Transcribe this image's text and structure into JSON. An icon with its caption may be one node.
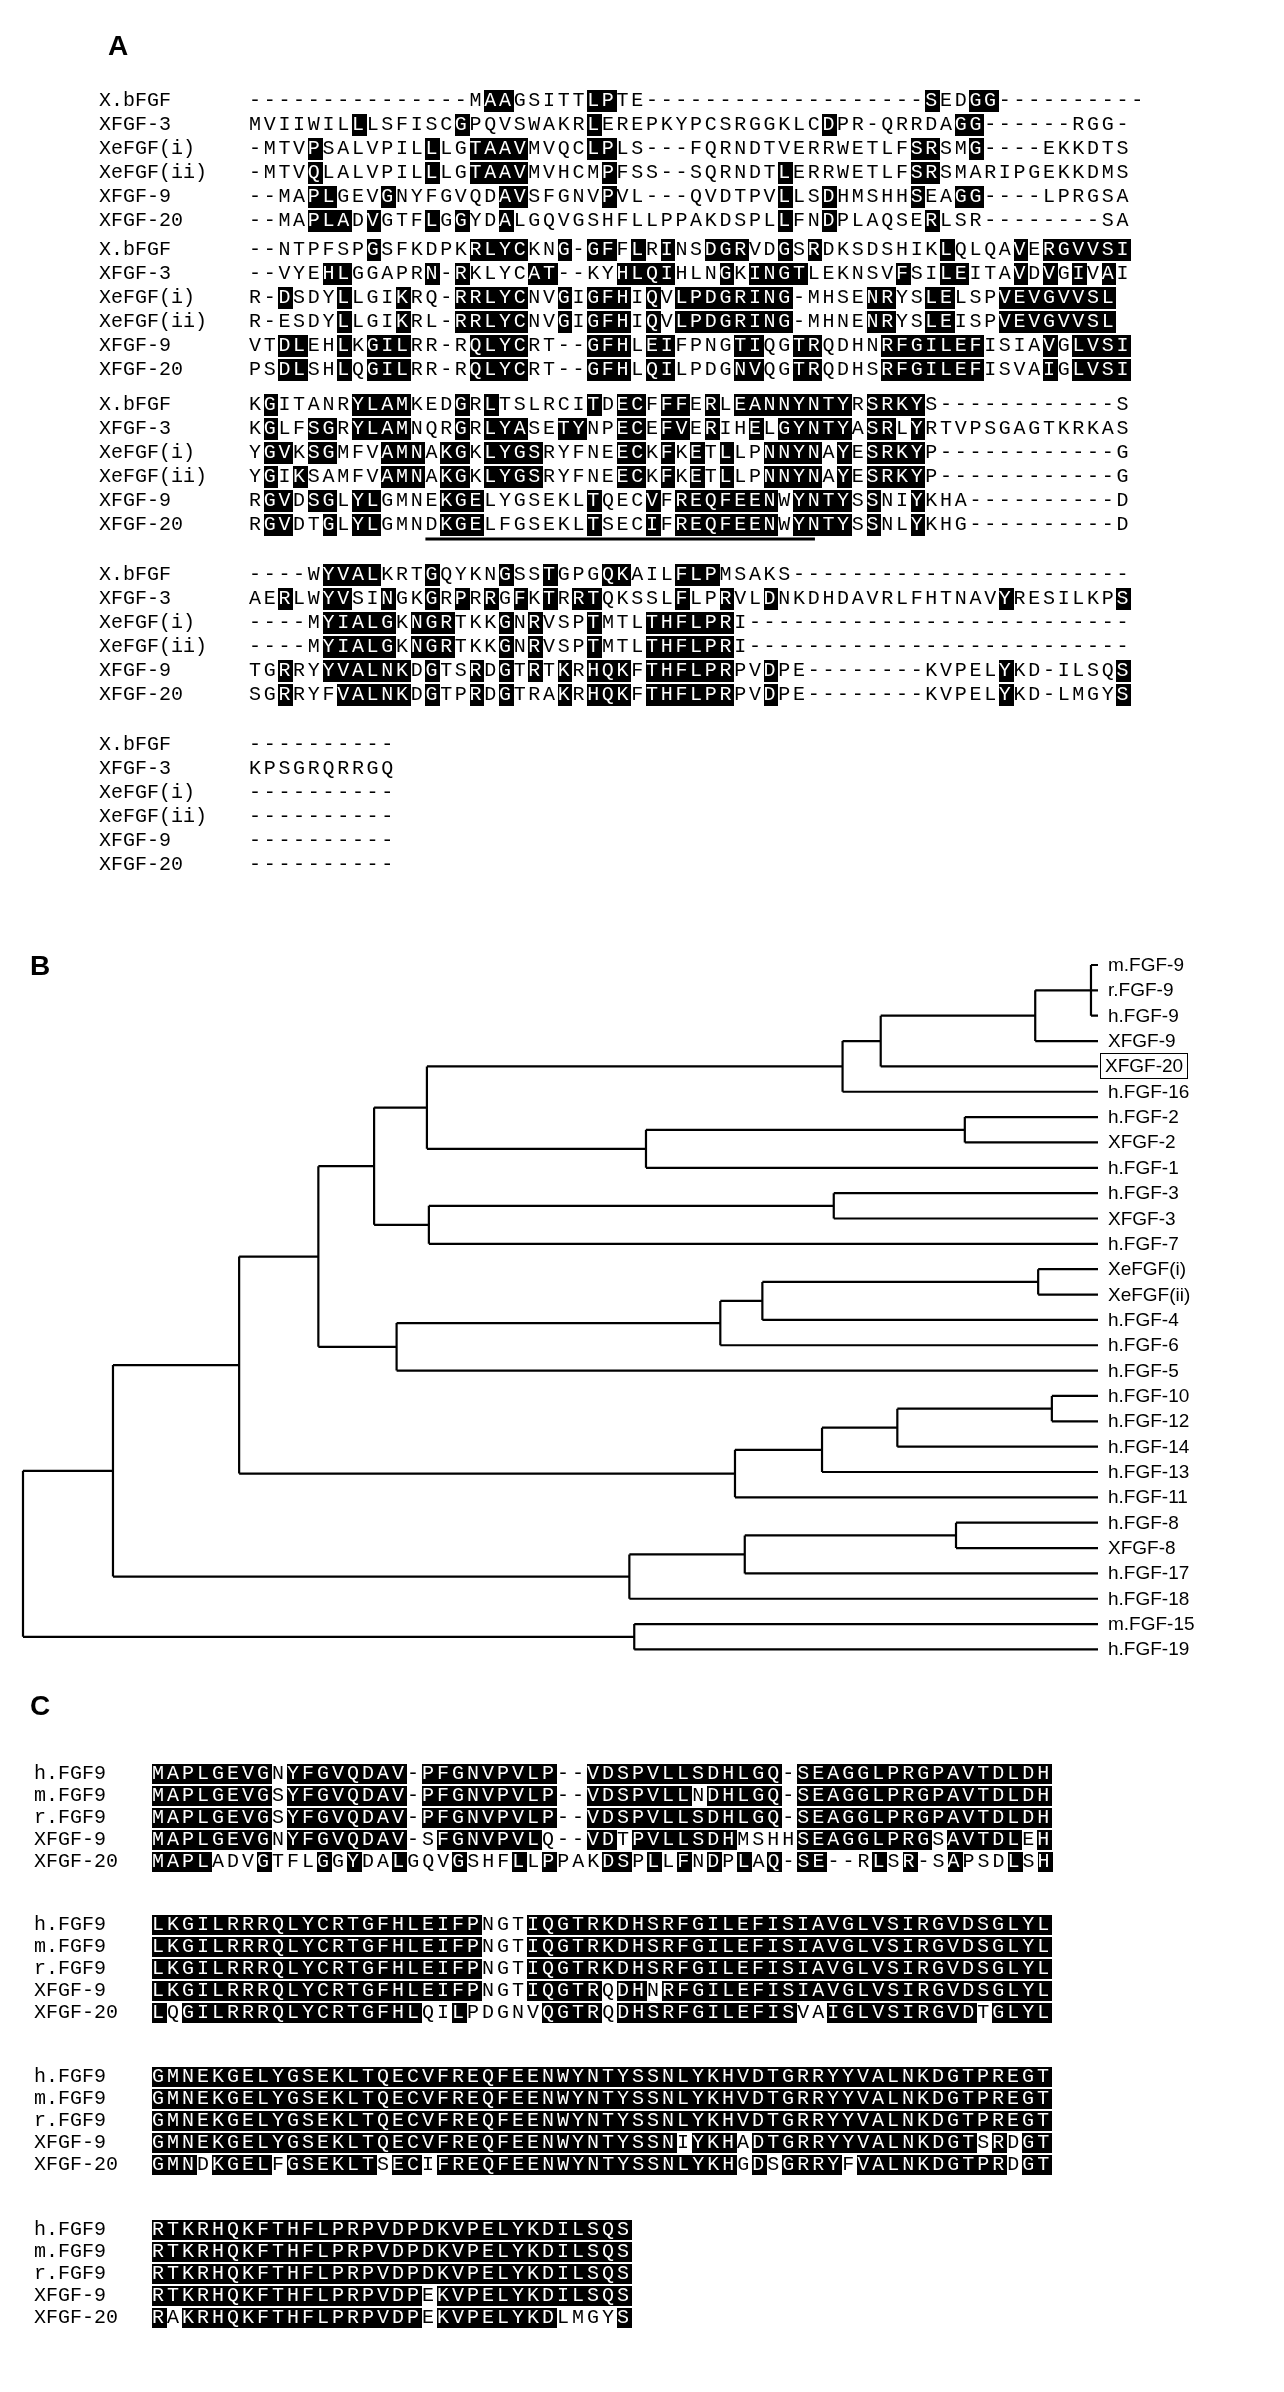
{
  "diagram": {
    "nodes": [
      {
        "text": [
          "XFGF-20"
        ]
      }
    ],
    "labels": [
      "A",
      "X.bFGF",
      "---------------M**AA**GSITT**LP**TE-------------------**S**ED**GG**----------",
      "XFGF-3",
      "MVIIWIL**L**LSFISC**G**PQVSWAKR**L**EREPKYPCSRGGKLC**D**PR-QRRDA**GG**------RGG-",
      "XeFGF(i)",
      "-MTV**P**SALVPIL**L**LG**TAAV**MVQC**LP**LS---FQRNDTVERRWETLF**SR**SM**G**----EKKDTS",
      "XeFGF(ii)",
      "-MTV**Q**LALVPIL**L**LG**TAAV**MVHCM**P**FSS--SQRNDT**L**ERRWETLF**SR**SMARIPGEKKDMS",
      "XFGF-9",
      "--MA**PL**GEV**G**NYFGVQD**AV**SFGNV**P**VL---QVDTPV**L**LS**D**HMSHH**S**EA**GG**----LPRGSA",
      "XFGF-20",
      "--MA**PLA**D**V**GTF**L**G**G**YD**A**LGQVGSHFLLPPAKDSPL**L**FN**D**PLAQSE**R**LSR--------SA",
      "X.bFGF",
      "--NTPFSP**G**SFKDPK**RLYC**KN**G**-**GF**F**L**R**I**NS**DGR**VD**G**S**R**DKSDSHIK**L**QLQA**V**E**R****GVVSI**",
      "XFGF-3",
      "--VYE**HL**GGAPR**N**-**R**KLYC**AT**--KY**HLQI**HLN**G**K**INGT**LEKNSV**F**SI**LE**ITA**V**D**V**G**I**V**A**I",
      "XeFGF(i)",
      "R-**D**SDY**L**LGI**K**RQ-**RRLYC**NV**G**I**GFH**I**Q**V**LPDGRING**-MHSE**NR**YS**LE**LSP**VEVGVVSL**",
      "XeFGF(ii)",
      "R-ESDY**L**LGI**K**RL-**RRLYC**NV**G**I**GFH**I**Q**V**LPDGRING**-MHNE**NR**YS**LE**ISP**VEVGVVSL**",
      "XFGF-9",
      "VT**DL**EH**L**K**GIL**RR-R**QLYC**RT--**GFH**L**EI**FPNG**TI**QG**TR**QDHN**RFGILEF**ISIA**V**G**LVSI**",
      "XFGF-20",
      "PS**DL**SH**L**Q**GIL**RR-R**QLYC**RT--**GFH**L**QI**LPDG**NV**QG**TR**QDHS**RFGILEF**ISVA**I**G**LVSI**",
      "X.bFGF",
      "K**G**ITANR**YLAM**KED**G**R**L**TSLRCI**T**D**EC**F**FF**E**R**L**EANNYNTY**R**SRKY**S------------S",
      "XFGF-3",
      "K**G**LF**SG**R**YLAM**NQR**G**R**LYA**SE**TY**NP**EC**E**FV**E**R**IH**E**L**GYNTY**A**SR**L**Y**RTVPSGAGTKRKAS",
      "XeFGF(i)",
      "Y**GV**K**SG**MFV**AMN**A**KG**K**LYGS**RYFNE**EC**K**F**K**E**T**L**LP**NNYN**A**Y**E**SRKY**P------------G",
      "XeFGF(ii)",
      "Y**G**I**K**SAMFV**AMN**A**KG**K**LYGS**RYFNE**EC**K**F**K**E**T**L**LP**NNYN**A**Y**E**SRKY**P------------G",
      "XFGF-9",
      "R**GV**D**SG**L**YL**GMNE**KGE**LYGSEKL**T**QEC**V**F**REQFEEN**W**YNTY**S**S**NI**Y**KHA----------D",
      "XFGF-20",
      "R**GV**DT**G**L**YL**GMND**KGE**LFGSEKL**T**SEC**I**F**REQFEEN**W**YNTY**S**S**NL**Y**KHG----------D",
      "X.bFGF",
      "----W**YVAL**KRT**G**QYKN**G**SS**T**GPG**QK**AIL**FLP**MSAKS-----------------------",
      "XFGF-3",
      "AE**R**LW**YV**SI**N**GK**G**R**P**R**R**G**F**K**T**R**RT**QKSSL**F**LP**R**VL**D**NKDHDAVRLFHTNAV**Y**RESILKP**S**",
      "XeFGF(i)",
      "----M**YIALG**K**NGR**TKK**G**N**R**VSP**T**MTL**THFLPR**I--------------------------",
      "XeFGF(ii)",
      "----M**YIALG**K**NGR**TKK**G**N**R**VSP**T**MTL**THFLPR**I--------------------------",
      "XFGF-9",
      "TG**R**RY**YVALNK**D**G**TS**R**D**G**T**R**T**K**R**HQK**F**THFLPR**PV**D**PE--------KVPEL**Y**KD-ILSQ**S**",
      "XFGF-20",
      "SG**R**RYF**VALNK**D**G**TP**R**D**G**TRA**K**R**HQK**F**THFLPR**PV**D**PE--------KVPEL**Y**KD-LMGY**S**",
      "X.bFGF",
      "----------",
      "XFGF-3",
      "KPSGRQRRGQ",
      "XeFGF(i)",
      "----------",
      "XeFGF(ii)",
      "----------",
      "XFGF-9",
      "----------",
      "XFGF-20",
      "----------",
      "B",
      "m.FGF-9",
      "r.FGF-9",
      "h.FGF-9",
      "XFGF-9",
      "h.FGF-16",
      "h.FGF-2",
      "XFGF-2",
      "h.FGF-1",
      "h.FGF-3",
      "XFGF-3",
      "h.FGF-7",
      "XeFGF(i)",
      "XeFGF(ii)",
      "h.FGF-4",
      "h.FGF-6",
      "h.FGF-5",
      "h.FGF-10",
      "h.FGF-12",
      "h.FGF-14",
      "h.FGF-13",
      "h.FGF-11",
      "h.FGF-8",
      "XFGF-8",
      "h.FGF-17",
      "h.FGF-18",
      "m.FGF-15",
      "h.FGF-19",
      "C",
      "h.FGF9",
      "**MAPLGEVG**N**YFGVQDAV**-**PFGNVPVLP**--**VDSPVLLSDHLGQ**-**SEAGGLPRGPAVTDLDH**",
      "m.FGF9",
      "**MAPLGEVG**S**YFGVQDAV**-**PFGNVPVLP**--**VDSPVLL**N**DHLGQ**-**SEAGGLPRGPAVTDLDH**",
      "r.FGF9",
      "**MAPLGEVG**S**YFGVQDAV**-**PFGNVPVLP**--**VDSPVLLSDHLGQ**-**SEAGGLPRGPAVTDLDH**",
      "XFGF-9",
      "**MAPLGEVG**N**YFGVQDAV**-S**FGNVPVL**Q--**VD**T**PVLLSDH**MSHH**SEAGGLPRG**S**AVTDL**E**H**",
      "XFGF-20",
      "**MAPL**ADV**G**TFL**G**G**Y**DA**L**GQV**G**SHF**L**L**P**PAK**DS**P**L**L**F**N**D**P**L**A**Q**-**SE**--R**L**S**R**-S**A**PSD**L**S**H**",
      "h.FGF9",
      "**LKGILRRRQLYCRTGFHLEIFP**NGT**IQGTRKDHSRFGILEFISIAVGLVSIRGVDSGLYL**",
      "m.FGF9",
      "**LKGILRRRQLYCRTGFHLEIFP**NGT**IQGTRKDHSRFGILEFISIAVGLVSIRGVDSGLYL**",
      "r.FGF9",
      "**LKGILRRRQLYCRTGFHLEIFP**NGT**IQGTRKDHSRFGILEFISIAVGLVSIRGVDSGLYL**",
      "XFGF-9",
      "**LKGILRRRQLYCRTGFHLEIFP**NGT**IQGTR**Q**DH**N**RFGILEFISIAVGLVSIRGVDSGLYL**",
      "XFGF-20",
      "**L**Q**GILRRRQLYCRTGFHL**QI**L**PDGNV**QGTR**Q**DHSRFGILEFIS**VA**IGLVSIRGVD**T**GLYL**",
      "h.FGF9",
      "**GMNEKGELYGSEKLTQECVFREQFEENWYNTYSSNLYKHVDTGRRYYVALNKDGTPREGT**",
      "m.FGF9",
      "**GMNEKGELYGSEKLTQECVFREQFEENWYNTYSSNLYKHVDTGRRYYVALNKDGTPREGT**",
      "r.FGF9",
      "**GMNEKGELYGSEKLTQECVFREQFEENWYNTYSSNLYKHVDTGRRYYVALNKDGTPREGT**",
      "XFGF-9",
      "**GMNEKGELYGSEKLTQECVFREQFEENWYNTYSSN**I**YKH**A**DTGRRYYVALNKDGT**S**R**D**GT**",
      "XFGF-20",
      "**GMN**D**KGEL**F**GSEKLT**S**EC**I**FREQFEENWYNTYSSNLYKH**G**D**S**GRRY**F**VALNKDGTPR**D**GT**",
      "h.FGF9",
      "**RTKRHQKFTHFLPRPVDPDKVPELYKDILSQS**",
      "m.FGF9",
      "**RTKRHQKFTHFLPRPVDPDKVPELYKDILSQS**",
      "r.FGF9",
      "**RTKRHQKFTHFLPRPVDPDKVPELYKDILSQS**",
      "XFGF-9",
      "**RTKRHQKFTHFLPRPVDP**E**KVPELYKDILSQS**",
      "XFGF-20",
      "**R**A**KRHQKFTHFLPRPVDP**E**KVPELYKD**LMGY**S**"
    ]
  }
}
